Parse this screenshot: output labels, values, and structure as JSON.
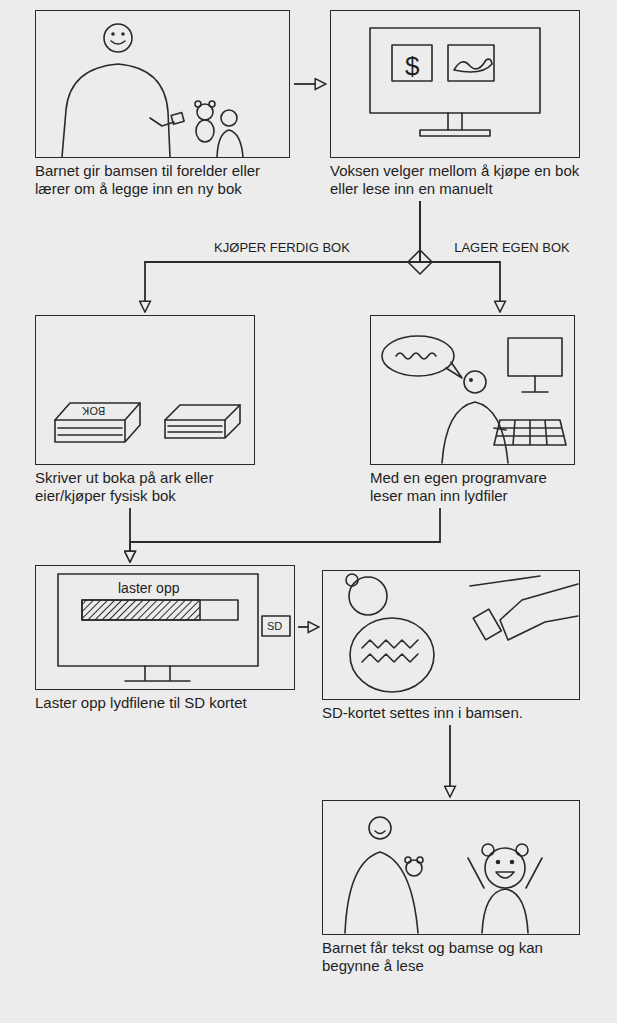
{
  "diagram": {
    "nodes": [
      {
        "text": [
          "Barnet gir bamsen til forelder eller lærer om å legge inn en ny bok"
        ]
      },
      {
        "text": [
          "Voksen velger mellom å kjøpe en bok eller lese inn en manuelt"
        ]
      },
      {
        "text": [
          "Skriver ut boka på ark eller eier/kjøper fysisk bok"
        ]
      },
      {
        "text": [
          "Med en egen programvare leser man inn lydfiler"
        ]
      },
      {
        "text": [
          "Laster opp lydfilene til SD kortet"
        ]
      },
      {
        "text": [
          "SD-kortet settes inn i bamsen."
        ]
      },
      {
        "text": [
          "Barnet får tekst og bamse og kan begynne å lese"
        ]
      }
    ],
    "edges": [
      {
        "from": 0,
        "to": 1,
        "arrow": "to"
      },
      {
        "from": 1,
        "to": 2,
        "arrow": "to",
        "label": "KJØPER FERDIG BOK"
      },
      {
        "from": 1,
        "to": 3,
        "arrow": "to",
        "label": "LAGER EGEN BOK"
      },
      {
        "from": 2,
        "to": 4,
        "arrow": "to"
      },
      {
        "from": 3,
        "to": 4,
        "arrow": "to"
      },
      {
        "from": 4,
        "to": 5,
        "arrow": "to"
      },
      {
        "from": 5,
        "to": 6,
        "arrow": "to"
      }
    ],
    "labels": [
      "$",
      "BOK",
      "laster opp",
      "SD"
    ]
  }
}
